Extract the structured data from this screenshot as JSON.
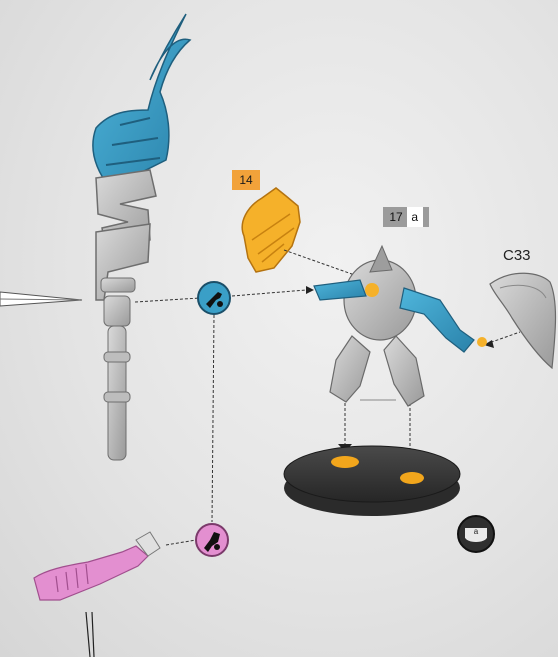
{
  "labels": {
    "part_14": "14",
    "part_17": "17",
    "part_17_sub": "a",
    "part_c33": "C33",
    "base_icon_text": "a"
  },
  "colors": {
    "blue_part": "#3a9fc7",
    "orange_part": "#f5b12a",
    "grey_part": "#b9b9b9",
    "pink_part": "#e38fd0",
    "base": "#3c3c3c",
    "peg": "#f2a61c",
    "tag_orange": "#f2a23a",
    "tag_grey": "#9b9b9b"
  },
  "icons": [
    "weapon-attach-blue-icon",
    "weapon-attach-pink-icon",
    "base-size-icon"
  ]
}
